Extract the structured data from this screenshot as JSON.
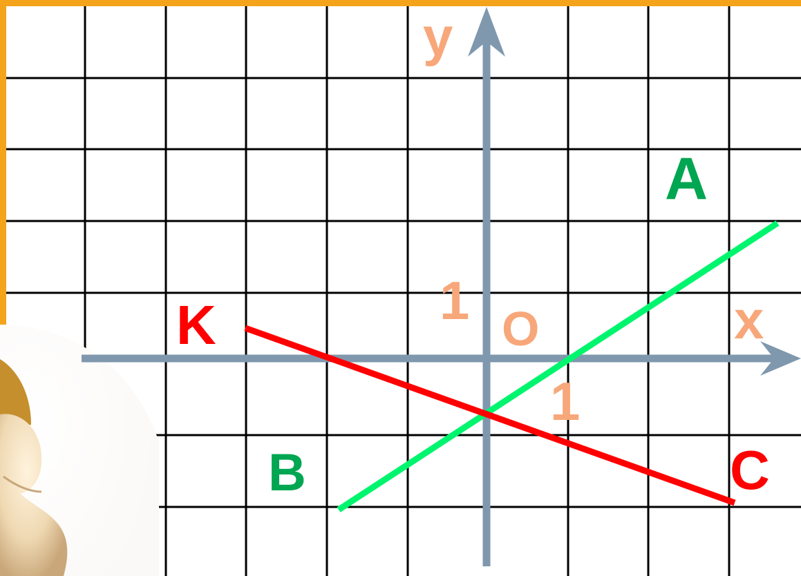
{
  "axes": {
    "x_label": "x",
    "y_label": "y",
    "origin_label": "O",
    "x_unit_label": "1",
    "y_unit_label": "1"
  },
  "lines": [
    {
      "id": "AB",
      "start_label": "A",
      "end_label": "B",
      "color": "#00f56e",
      "label_color": "#00a651"
    },
    {
      "id": "KC",
      "start_label": "K",
      "end_label": "C",
      "color": "#ff0000",
      "label_color": "#ff0000"
    }
  ],
  "colors": {
    "frame": "#f5a31a",
    "grid": "#000000",
    "axis": "#7f98ae",
    "axis_label": "#f7a77a"
  },
  "decoration": {
    "figure": "thinking-person-icon"
  }
}
